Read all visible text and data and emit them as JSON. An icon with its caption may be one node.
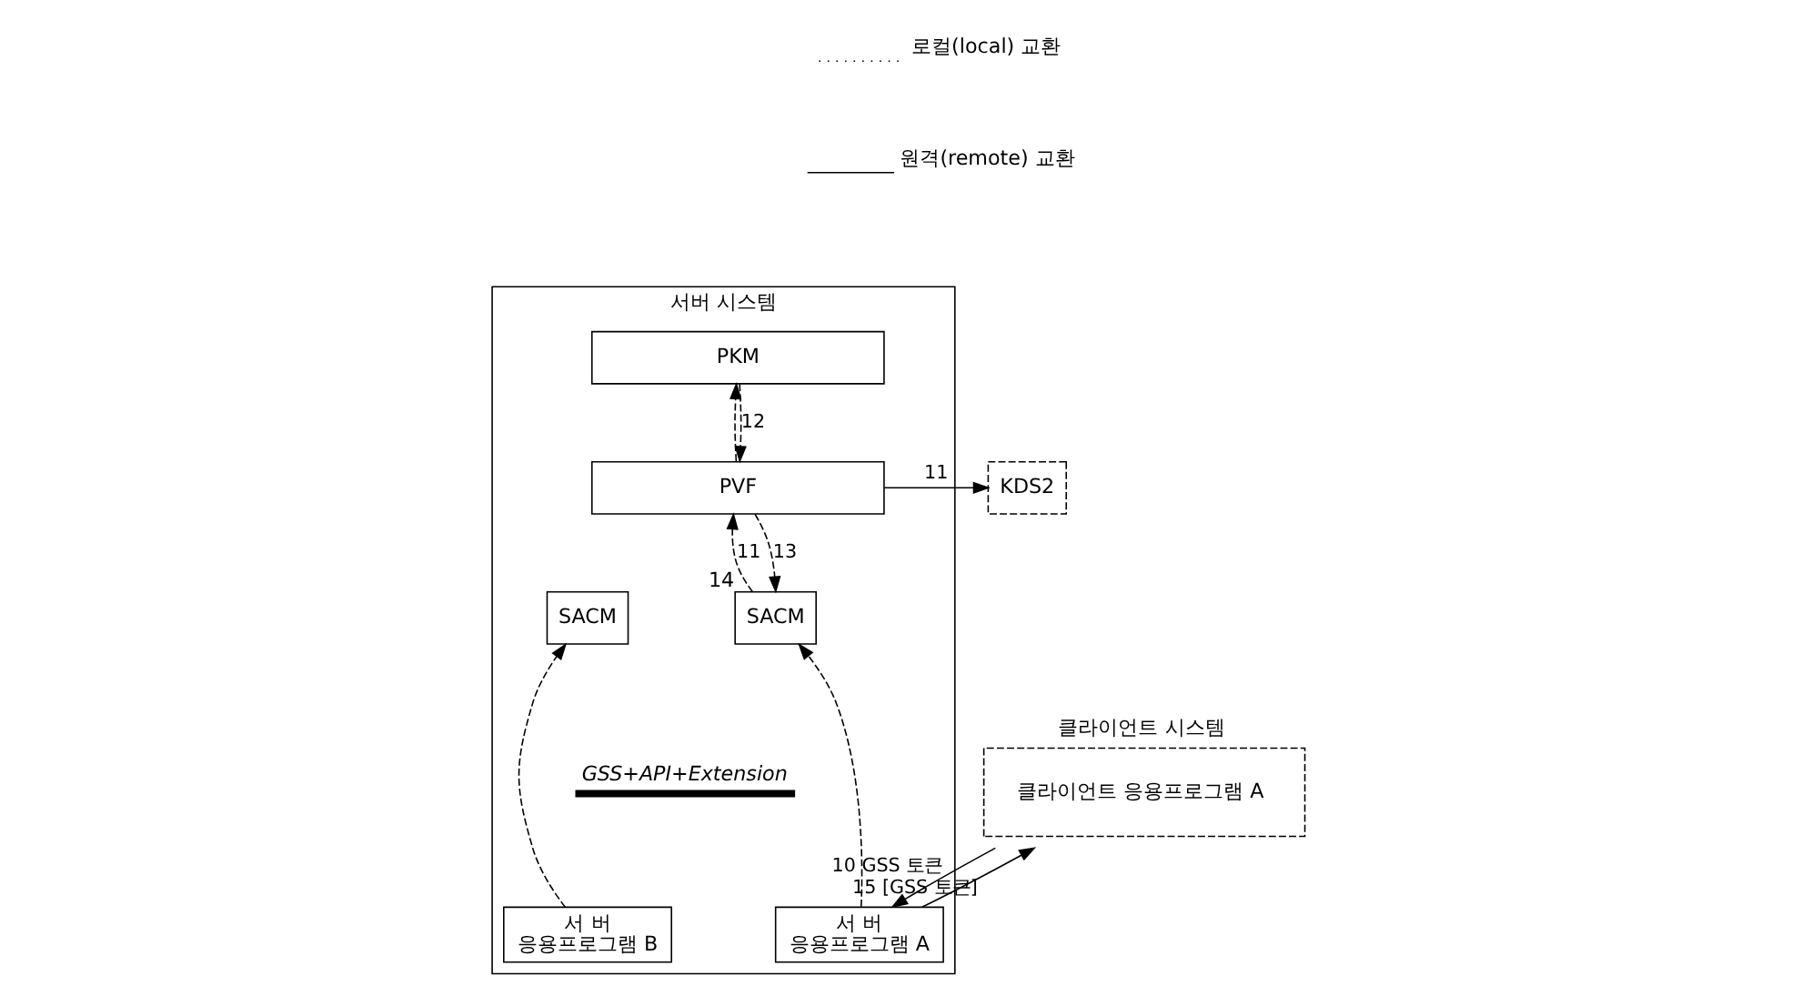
{
  "diagram": {
    "nodes": [
      {
        "text": [
          "서버 시스템"
        ]
      },
      {
        "text": [
          "PKM"
        ],
        "in": 0
      },
      {
        "text": [
          "PVF"
        ],
        "in": 0
      },
      {
        "text": [
          "SACM"
        ],
        "in": 0,
        "beside": [
          "14"
        ]
      },
      {
        "text": [
          "SACM"
        ],
        "in": 0
      },
      {
        "text": [
          "서 버",
          "응용프로그램 A"
        ],
        "in": 0
      },
      {
        "text": [
          "서 버",
          "응용프로그램 B"
        ],
        "in": 0
      },
      {
        "text": [
          "클라이언트 시스템",
          "클라이언트 응용프로그램 A"
        ]
      },
      {
        "text": [
          "KDS2"
        ]
      }
    ],
    "edges": [
      {
        "from": 2,
        "to": 1,
        "arrow": "to",
        "style": "dashed"
      },
      {
        "from": 1,
        "to": 2,
        "arrow": "to",
        "style": "dashed",
        "label": "12"
      },
      {
        "from": 2,
        "to": 8,
        "arrow": "to",
        "label": "11"
      },
      {
        "from": 3,
        "to": 2,
        "arrow": "to",
        "style": "dashed",
        "label": "11"
      },
      {
        "from": 2,
        "to": 3,
        "arrow": "to",
        "style": "dashed",
        "label": "13"
      },
      {
        "from": 5,
        "to": 3,
        "arrow": "to",
        "style": "dashed"
      },
      {
        "from": 6,
        "to": 4,
        "arrow": "to",
        "style": "dashed"
      },
      {
        "from": 7,
        "to": 5,
        "arrow": "to",
        "label": "10 GSS 토큰"
      },
      {
        "from": 5,
        "to": 7,
        "arrow": "to",
        "label": "15 [GSS 토큰]"
      }
    ],
    "labels": [
      "GSS+API+Extension"
    ],
    "legend": [
      {
        "text": "로컬(local) 교환"
      },
      {
        "text": "원격(remote) 교환"
      }
    ]
  }
}
